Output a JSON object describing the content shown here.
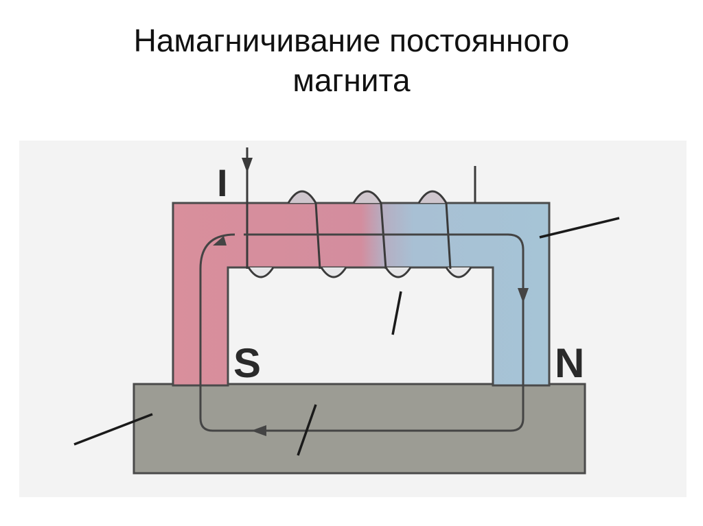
{
  "title": {
    "line1": "Намагничивание постоянного",
    "line2": "магнита"
  },
  "diagram": {
    "current_label": "I",
    "south_label": "S",
    "north_label": "N",
    "colors": {
      "south_pole": "#d98f9c",
      "north_pole": "#a6c4d6",
      "base_plate": "#9c9c94",
      "field_line": "#444444",
      "coil_wire": "#3a3a3a"
    }
  }
}
